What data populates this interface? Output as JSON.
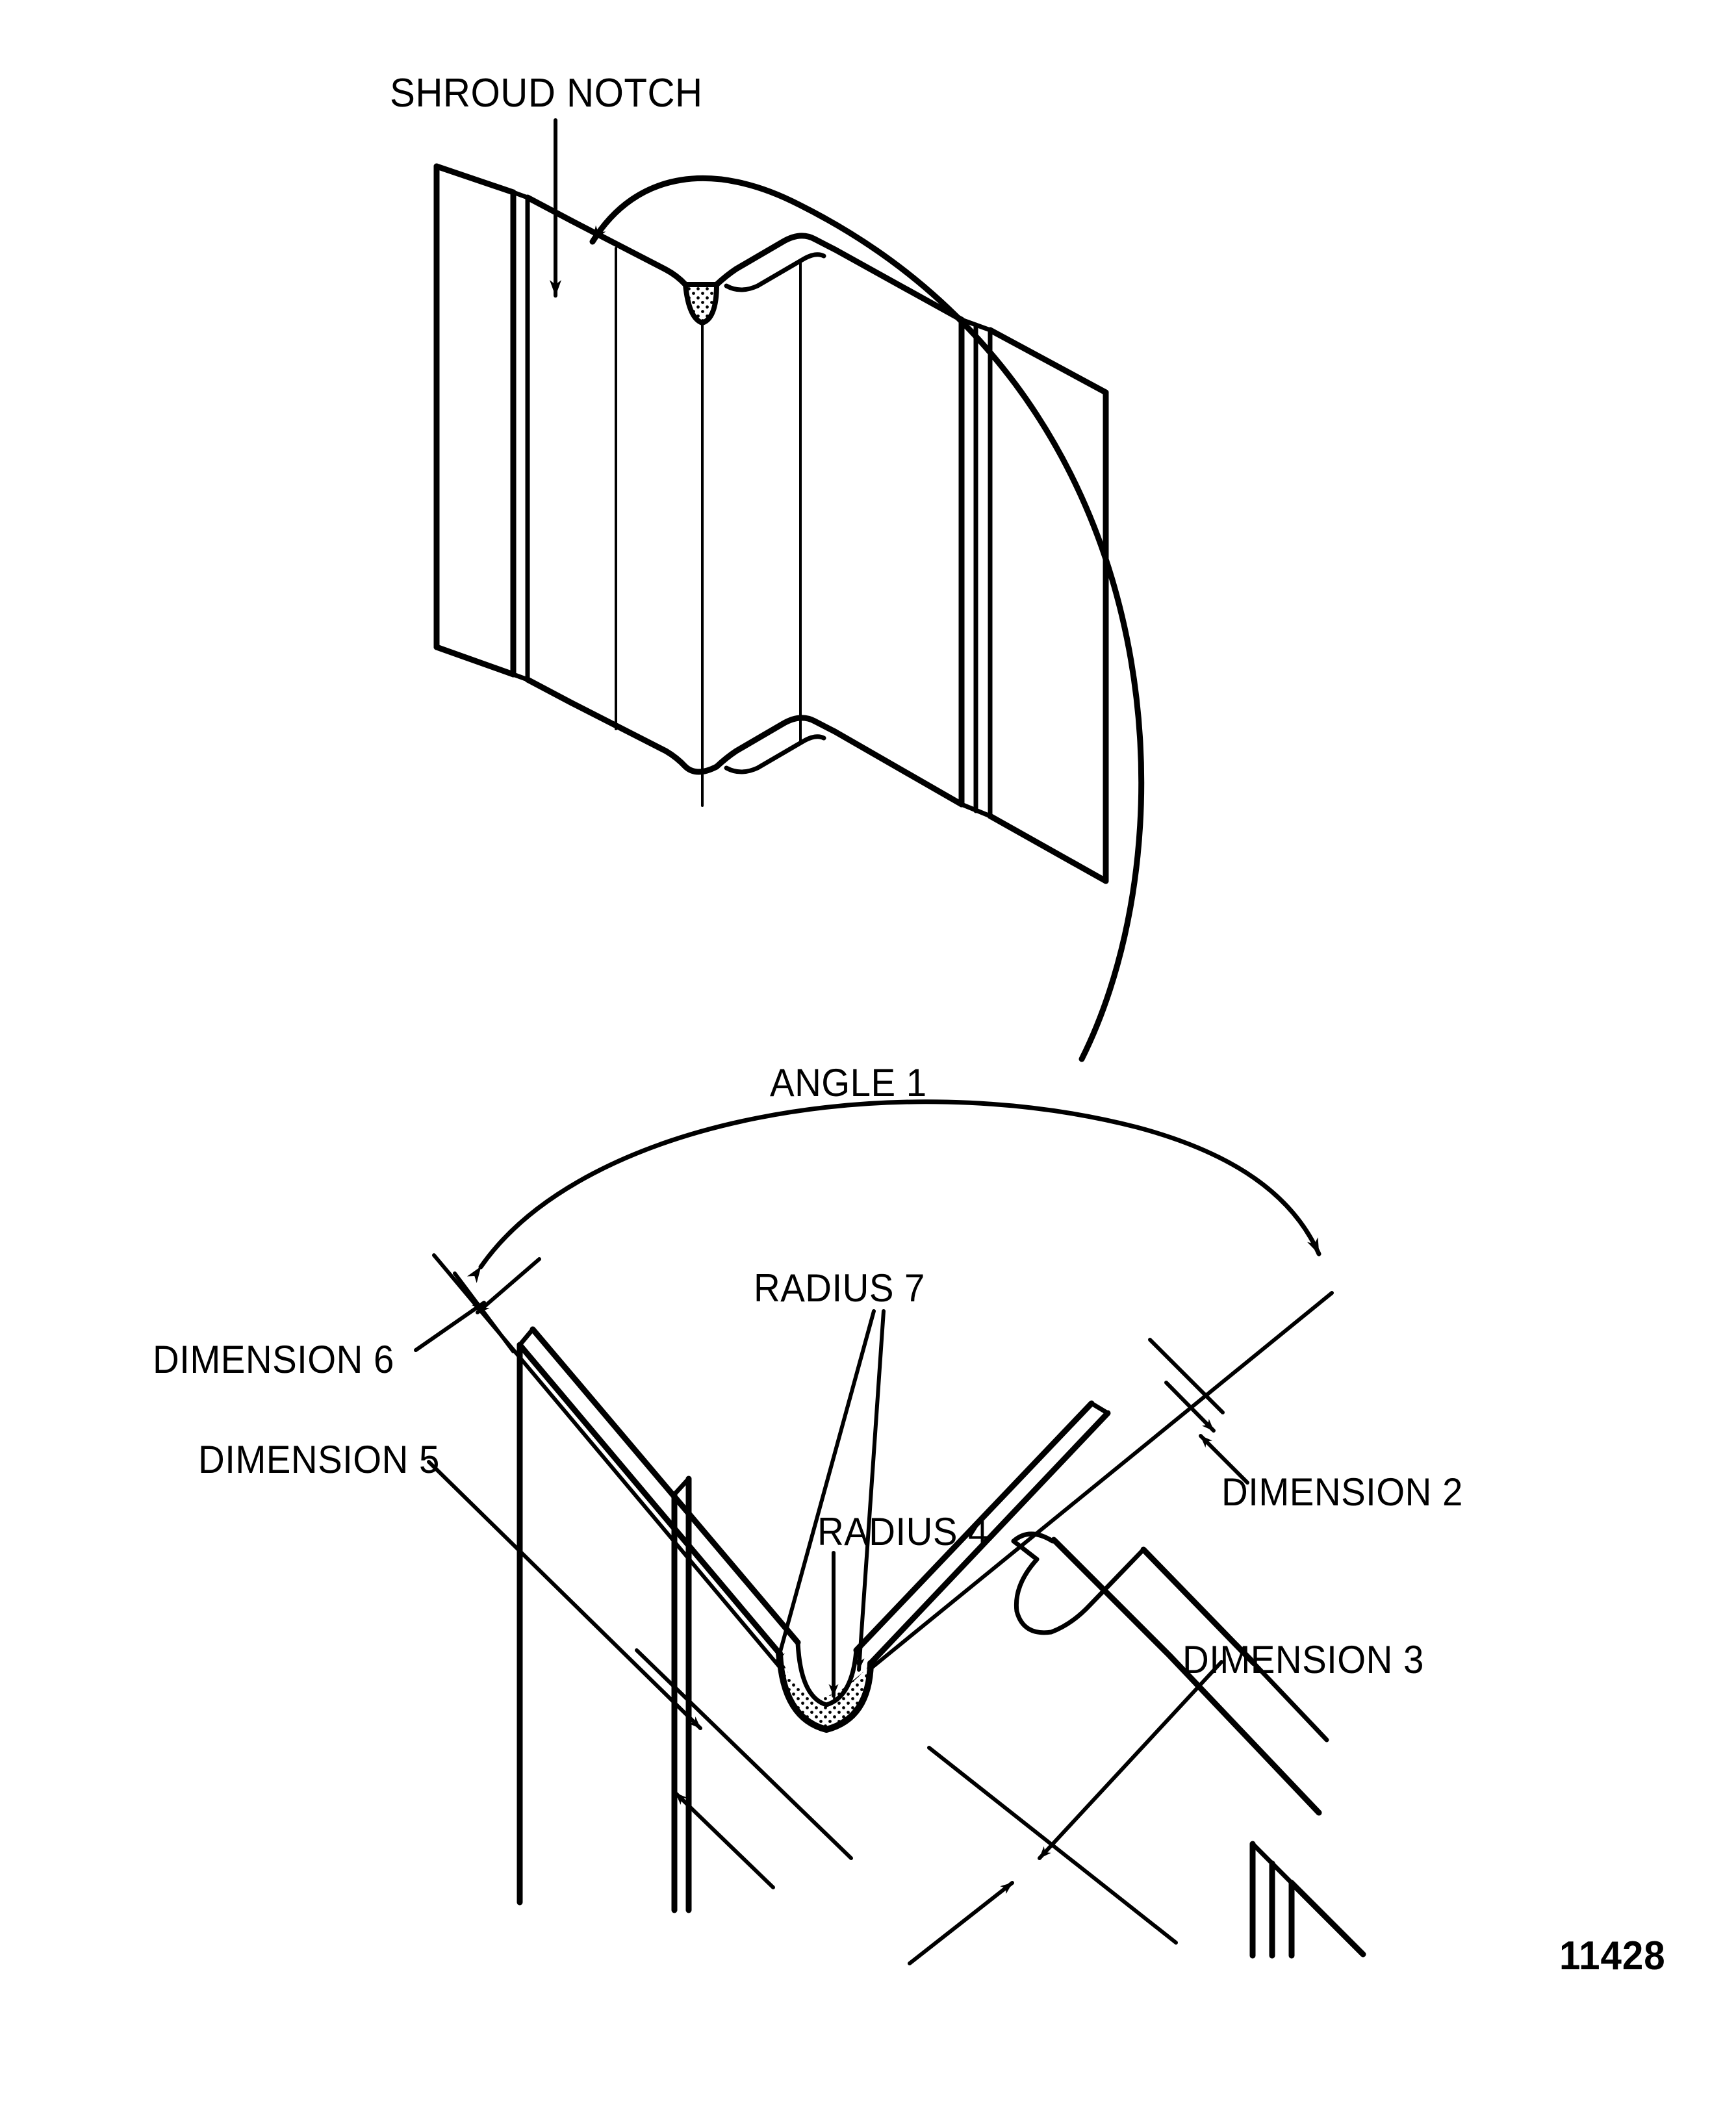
{
  "figure": {
    "figure_number": "11428",
    "ink_color": "#000000",
    "background_color": "#ffffff"
  },
  "upper_view": {
    "callout_label": "SHROUD NOTCH"
  },
  "lower_view": {
    "angle_label": "ANGLE 1",
    "radius7_label": "RADIUS 7",
    "radius4_label": "RADIUS 4",
    "dimension6_label": "DIMENSION 6",
    "dimension5_label": "DIMENSION 5",
    "dimension2_label": "DIMENSION 2",
    "dimension3_label": "DIMENSION 3"
  },
  "callouts": [
    "SHROUD NOTCH",
    "ANGLE 1",
    "RADIUS 7",
    "RADIUS 4",
    "DIMENSION 6",
    "DIMENSION 5",
    "DIMENSION 2",
    "DIMENSION 3"
  ]
}
